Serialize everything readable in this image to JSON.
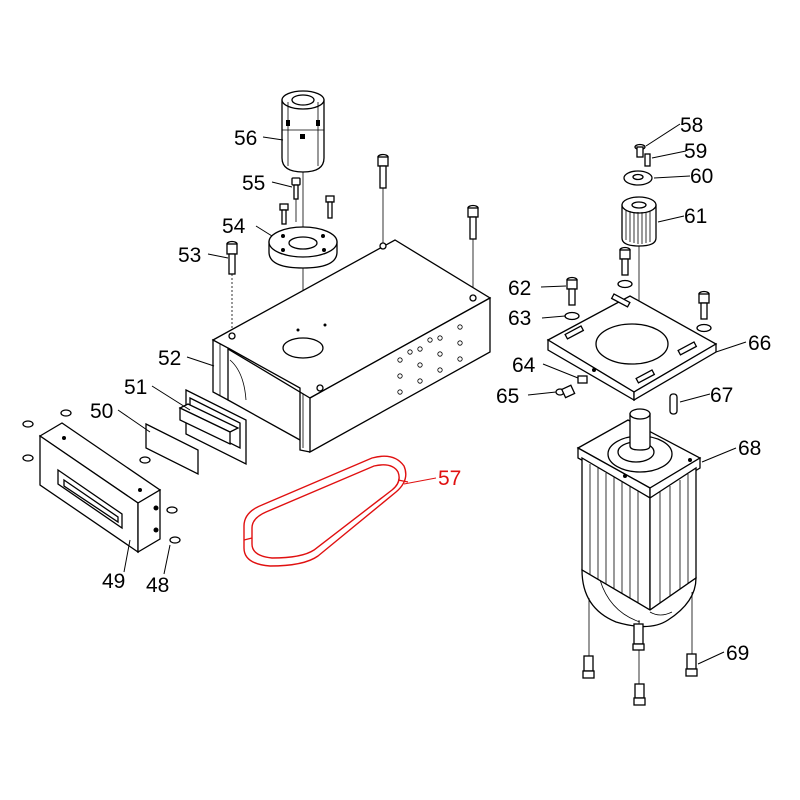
{
  "diagram": {
    "highlight_color": "#e01010",
    "line_color": "#000000",
    "callouts": [
      {
        "id": "p48",
        "label": "48",
        "highlighted": false
      },
      {
        "id": "p49",
        "label": "49",
        "highlighted": false
      },
      {
        "id": "p50",
        "label": "50",
        "highlighted": false
      },
      {
        "id": "p51",
        "label": "51",
        "highlighted": false
      },
      {
        "id": "p52",
        "label": "52",
        "highlighted": false
      },
      {
        "id": "p53",
        "label": "53",
        "highlighted": false
      },
      {
        "id": "p54",
        "label": "54",
        "highlighted": false
      },
      {
        "id": "p55",
        "label": "55",
        "highlighted": false
      },
      {
        "id": "p56",
        "label": "56",
        "highlighted": false
      },
      {
        "id": "p57",
        "label": "57",
        "highlighted": true
      },
      {
        "id": "p58",
        "label": "58",
        "highlighted": false
      },
      {
        "id": "p59",
        "label": "59",
        "highlighted": false
      },
      {
        "id": "p60",
        "label": "60",
        "highlighted": false
      },
      {
        "id": "p61",
        "label": "61",
        "highlighted": false
      },
      {
        "id": "p62",
        "label": "62",
        "highlighted": false
      },
      {
        "id": "p63",
        "label": "63",
        "highlighted": false
      },
      {
        "id": "p64",
        "label": "64",
        "highlighted": false
      },
      {
        "id": "p65",
        "label": "65",
        "highlighted": false
      },
      {
        "id": "p66",
        "label": "66",
        "highlighted": false
      },
      {
        "id": "p67",
        "label": "67",
        "highlighted": false
      },
      {
        "id": "p68",
        "label": "68",
        "highlighted": false
      },
      {
        "id": "p69",
        "label": "69",
        "highlighted": false
      }
    ]
  }
}
